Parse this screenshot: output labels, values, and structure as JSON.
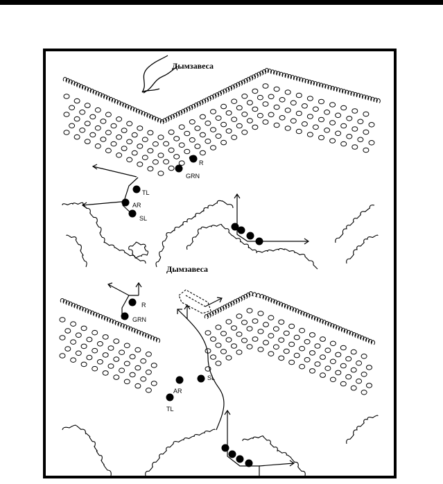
{
  "diagram": {
    "labels": {
      "smoke_top": "Дымзавеса",
      "smoke_mid": "Дымзавеса"
    },
    "panel1": {
      "team_main": [
        "R",
        "GRN"
      ],
      "team_left": [
        "TL",
        "AR",
        "SL"
      ]
    },
    "panel2": {
      "team_left": [
        "R",
        "GRN"
      ],
      "team_center": [
        "SL",
        "AR",
        "TL"
      ]
    },
    "colors": {
      "ink": "#000000",
      "paper": "#ffffff"
    }
  }
}
